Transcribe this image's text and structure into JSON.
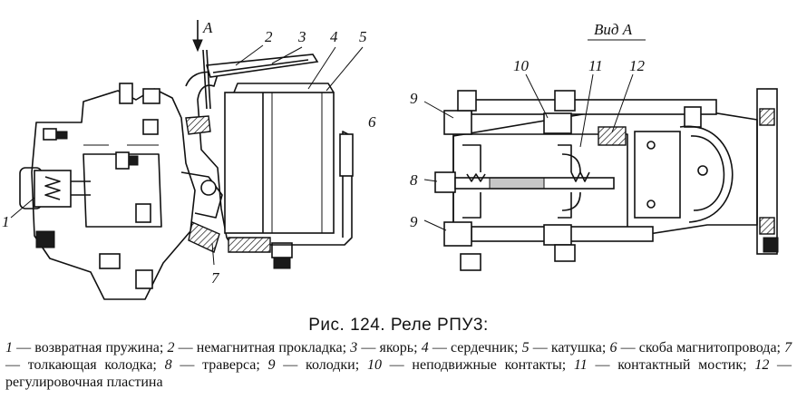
{
  "figure": {
    "labels": {
      "arrow_a": "A",
      "view_a": "Вид А",
      "l1": "1",
      "l2": "2",
      "l3": "3",
      "l4": "4",
      "l5": "5",
      "l6": "6",
      "l7": "7",
      "l8": "8",
      "l9_top": "9",
      "l9_bottom": "9",
      "l10": "10",
      "l11": "11",
      "l12": "12"
    }
  },
  "caption": {
    "title": "Рис. 124. Реле РПУ3:",
    "items": [
      {
        "num": "1",
        "text": "возвратная пружина;"
      },
      {
        "num": "2",
        "text": "немагнитная прокладка;"
      },
      {
        "num": "3",
        "text": "якорь;"
      },
      {
        "num": "4",
        "text": "сердечник;"
      },
      {
        "num": "5",
        "text": "катушка;"
      },
      {
        "num": "6",
        "text": "скоба магнитопровода;"
      },
      {
        "num": "7",
        "text": "толкающая колодка;"
      },
      {
        "num": "8",
        "text": "траверса;"
      },
      {
        "num": "9",
        "text": "колодки;"
      },
      {
        "num": "10",
        "text": "неподвижные контакты;"
      },
      {
        "num": "11",
        "text": "контактный мостик;"
      },
      {
        "num": "12",
        "text": "регулировочная пластина"
      }
    ],
    "dash": "—"
  }
}
